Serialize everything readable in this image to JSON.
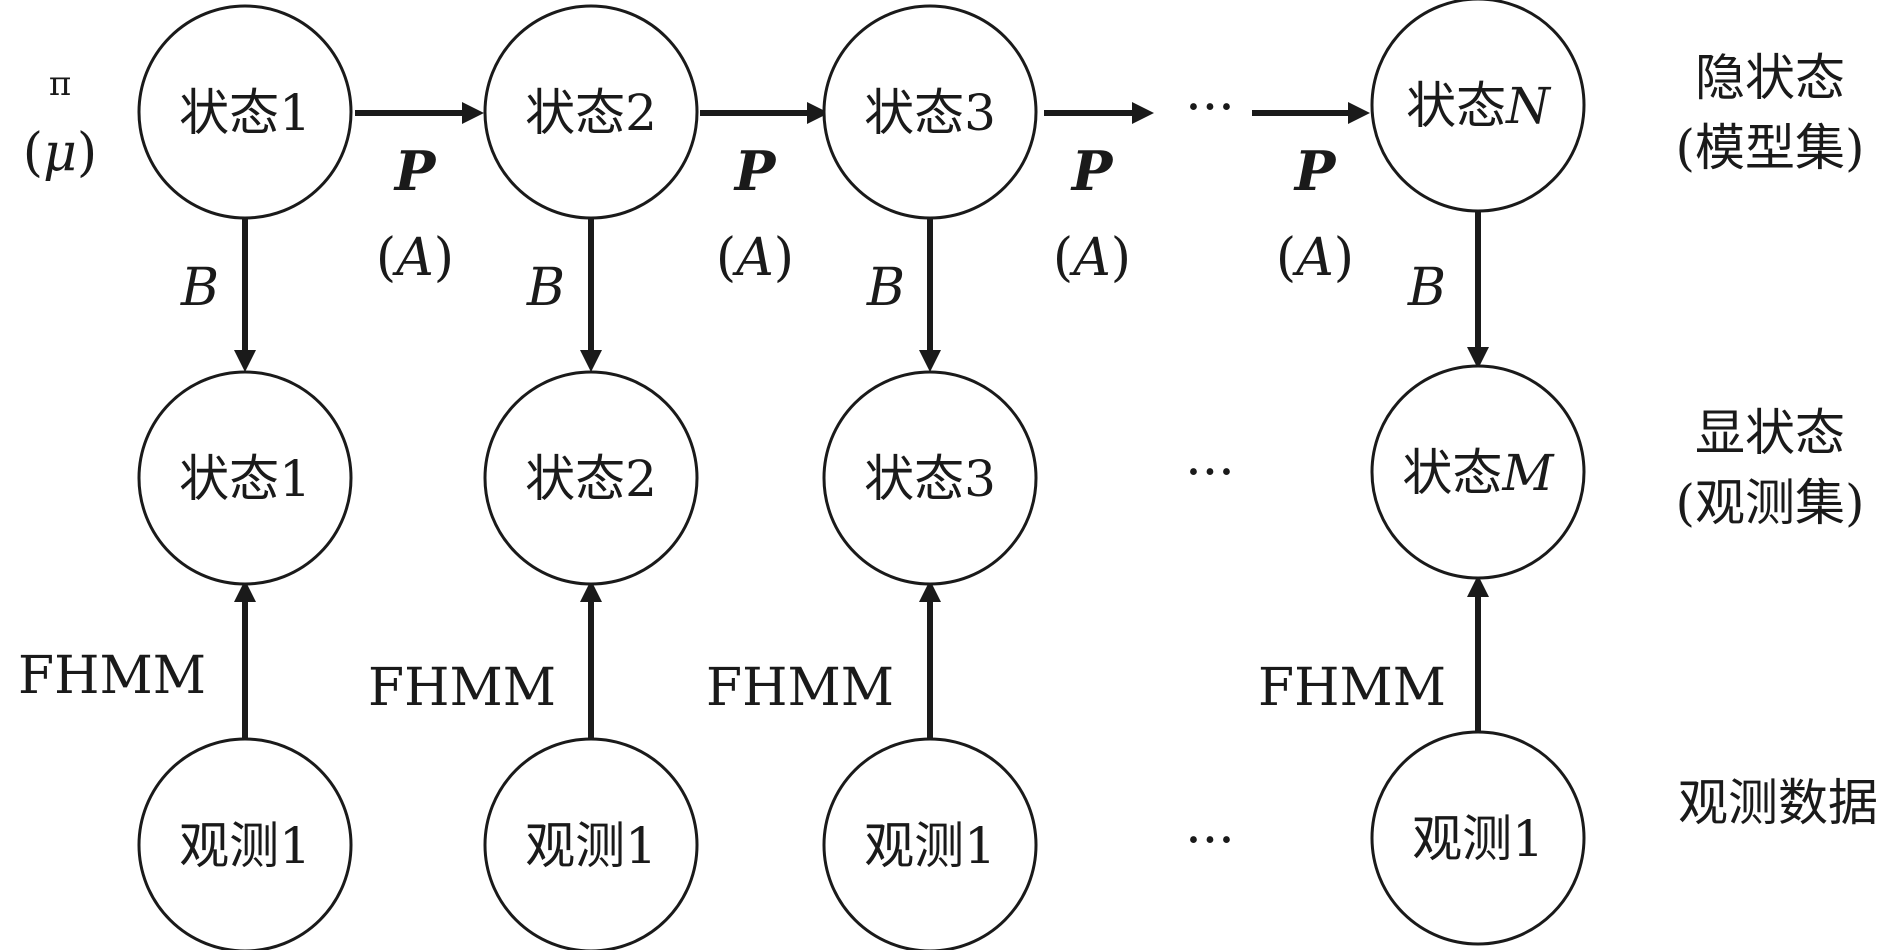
{
  "hidden_row": {
    "side_label_line1": "隐状态",
    "side_label_line2": "(模型集)",
    "nodes": [
      {
        "prefix": "状态",
        "suffix": "1"
      },
      {
        "prefix": "状态",
        "suffix": "2"
      },
      {
        "prefix": "状态",
        "suffix": "3"
      },
      {
        "prefix": "状态",
        "suffix": "N"
      }
    ],
    "ellipsis": "···"
  },
  "observed_row": {
    "side_label_line1": "显状态",
    "side_label_line2": "(观测集)",
    "nodes": [
      {
        "prefix": "状态",
        "suffix": "1"
      },
      {
        "prefix": "状态",
        "suffix": "2"
      },
      {
        "prefix": "状态",
        "suffix": "3"
      },
      {
        "prefix": "状态",
        "suffix": "M"
      }
    ],
    "ellipsis": "···"
  },
  "data_row": {
    "side_label": "观测数据",
    "nodes": [
      "观测1",
      "观测1",
      "观测1",
      "观测1"
    ],
    "ellipsis": "···"
  },
  "initial": {
    "pi": "π",
    "mu_open": "(",
    "mu": "μ",
    "mu_close": ")"
  },
  "transition": {
    "p_label": "P",
    "a_open": "(",
    "a_label": "A",
    "a_close": ")"
  },
  "emission_label": "B",
  "fhmm_label": "FHMM"
}
